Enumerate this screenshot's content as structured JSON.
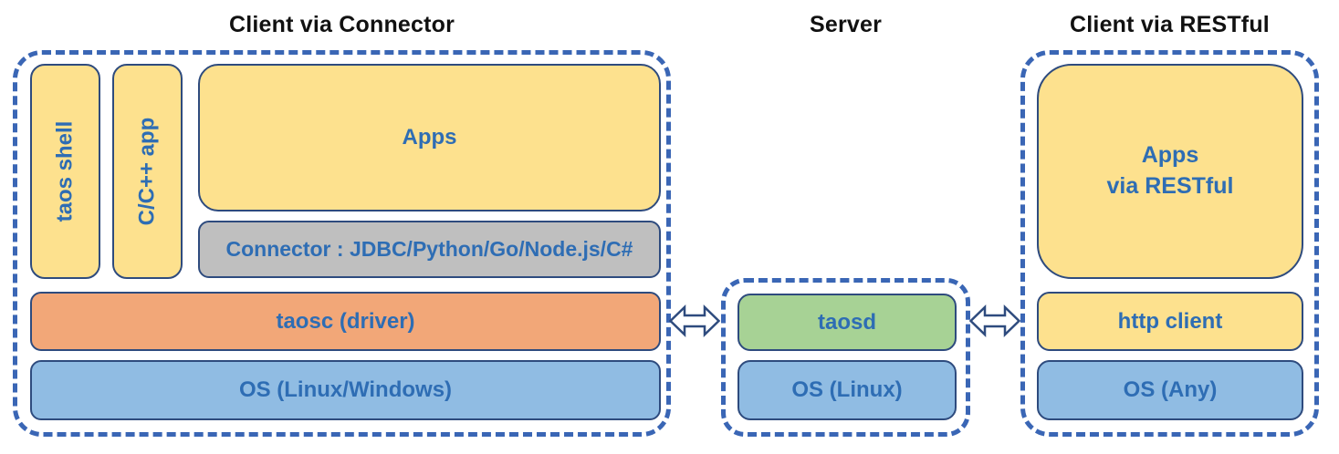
{
  "titles": {
    "client_connector": "Client via Connector",
    "server": "Server",
    "client_restful": "Client via RESTful"
  },
  "client_connector": {
    "taos_shell": "taos shell",
    "cpp_app": "C/C++ app",
    "apps": "Apps",
    "connector": "Connector : JDBC/Python/Go/Node.js/C#",
    "taosc": "taosc (driver)",
    "os": "OS (Linux/Windows)"
  },
  "server": {
    "taosd": "taosd",
    "os": "OS (Linux)"
  },
  "client_restful": {
    "apps_line1": "Apps",
    "apps_line2": "via RESTful",
    "http_client": "http client",
    "os": "OS (Any)"
  },
  "icons": {
    "left_link": "double-headed-arrow",
    "right_link": "double-headed-arrow"
  },
  "colors": {
    "box_yellow": "#FDE18E",
    "box_gray": "#BFBFBF",
    "box_orange": "#F2A778",
    "box_blue": "#90BCE3",
    "box_green": "#A7D295",
    "box_border": "#2E4B7E",
    "dashed_border": "#3A66B5",
    "label_blue": "#2E6DB4",
    "title_black": "#111111"
  }
}
